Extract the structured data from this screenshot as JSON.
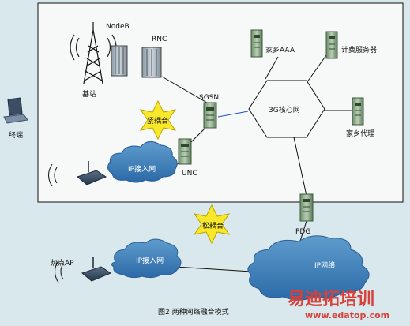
{
  "diagram": {
    "labels": {
      "nodeb": "NodeB",
      "rnc": "RNC",
      "base_station": "基站",
      "sgsn": "SGSN",
      "core": "3G核心网",
      "home_aaa": "家乡AAA",
      "billing_server": "计费服务器",
      "home_agent": "家乡代理",
      "terminal": "终端",
      "tight_coupling": "紧耦合",
      "loose_coupling": "松耦合",
      "unc": "UNC",
      "ip_access_upper": "IP接入网",
      "ip_access_lower": "IP接入网",
      "pdg": "PDG",
      "hotspot_ap": "热点AP",
      "ip_network": "IP网络"
    },
    "caption": "图2 两种网络融合模式",
    "watermark": {
      "brand": "易迪拓培训",
      "url": "www.edatop.com"
    }
  }
}
